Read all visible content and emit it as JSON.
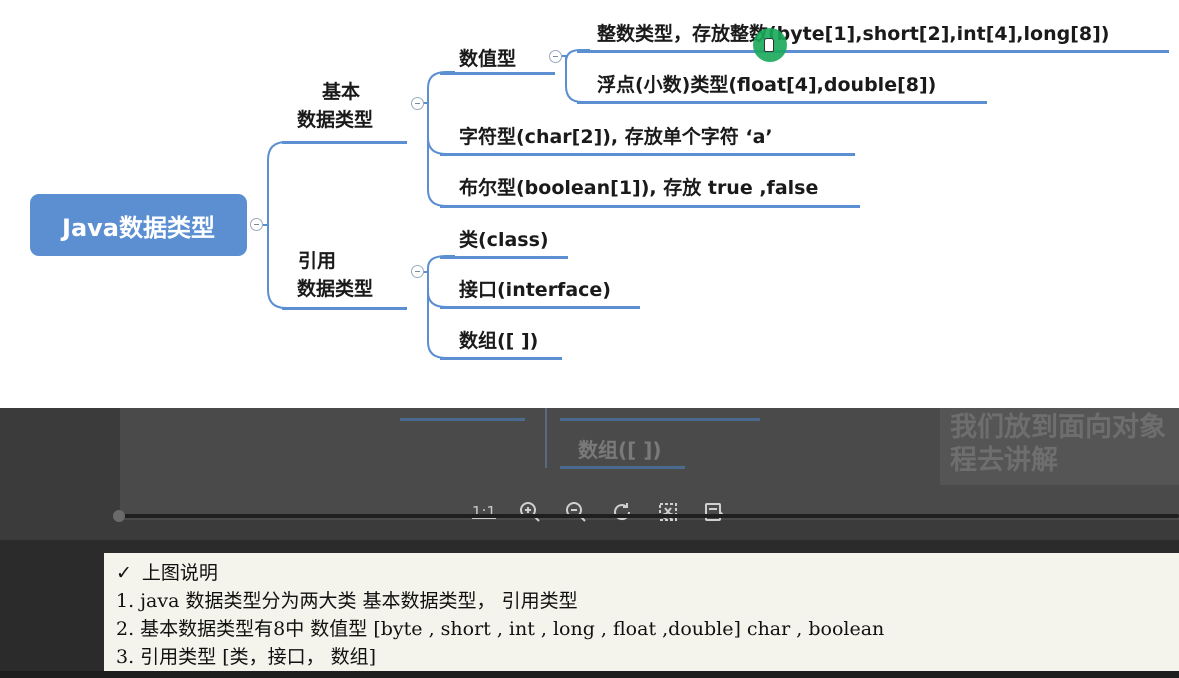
{
  "mindmap": {
    "root": "Java数据类型",
    "basic": {
      "line1": "基本",
      "line2": "数据类型",
      "numeric": "数值型",
      "integer": "整数类型，存放整数(byte[1],short[2],int[4],long[8])",
      "float": "浮点(小数)类型(float[4],double[8])",
      "char": "字符型(char[2]), 存放单个字符   ‘a’",
      "bool": "布尔型(boolean[1]), 存放 true ,false"
    },
    "reference": {
      "line1": "引用",
      "line2": "数据类型",
      "class": "类(class)",
      "interface": "接口(interface)",
      "array": "数组([ ])"
    },
    "accent_color": "#5b8fd1",
    "cursor_color": "#1aa95a"
  },
  "viewer": {
    "ghost_item": "数组([ ])",
    "ghost_note": "我们放到面向对象 程去讲解",
    "toolbar": {
      "actual_size": "1:1",
      "zoom_in_icon": "zoom-in-icon",
      "zoom_out_icon": "zoom-out-icon",
      "rotate_icon": "rotate-icon",
      "crop_icon": "crop-icon",
      "export_icon": "export-icon"
    }
  },
  "caption": {
    "check": "✓",
    "title": "上图说明",
    "items": [
      "1. java 数据类型分为两大类 基本数据类型，  引用类型",
      "2. 基本数据类型有8中  数值型 [byte , short , int , long , float ,double] char , boolean",
      "3. 引用类型 [类，接口，  数组]"
    ]
  }
}
